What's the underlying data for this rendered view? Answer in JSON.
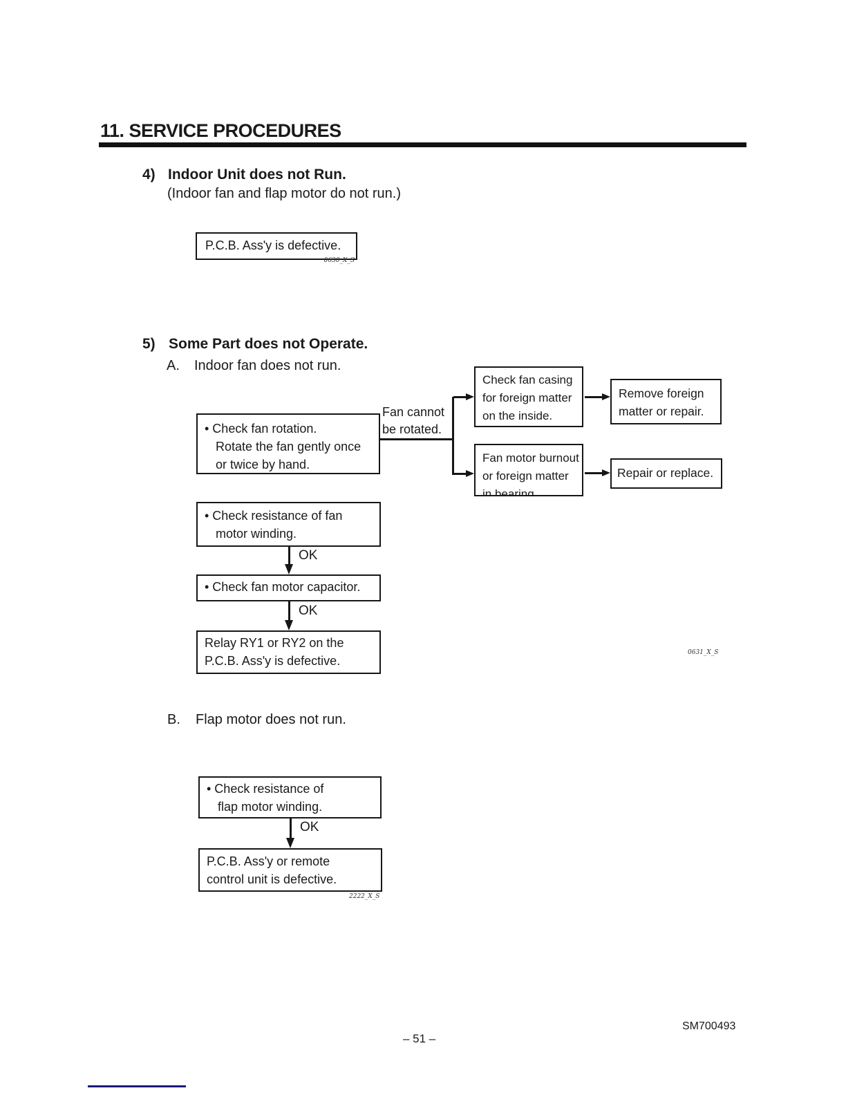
{
  "header": {
    "title": "11. SERVICE PROCEDURES"
  },
  "section4": {
    "number": "4)",
    "title": "Indoor Unit does not Run.",
    "subtitle": "(Indoor fan and flap motor do not run.)",
    "box_pcb_defective": "P.C.B. Ass'y is defective.",
    "figure_label": "0630_X_S"
  },
  "section5": {
    "number": "5)",
    "title": "Some Part does not Operate.",
    "partA": {
      "label": "A.",
      "title": "Indoor fan does not run.",
      "flow": {
        "box_fan_rotation": {
          "lines": [
            "• Check fan rotation.",
            "Rotate the fan gently once",
            "or twice by hand."
          ]
        },
        "branch_label": {
          "lines": [
            "Fan cannot",
            "be rotated."
          ]
        },
        "box_check_casing": {
          "lines": [
            "Check fan casing",
            "for foreign matter",
            "on the inside."
          ]
        },
        "box_remove_foreign": {
          "lines": [
            "Remove foreign",
            "matter or repair."
          ]
        },
        "box_fan_burnout": {
          "lines": [
            "Fan motor burnout",
            "or foreign matter",
            "in bearing"
          ]
        },
        "box_repair_replace": "Repair or replace.",
        "box_resistance_fan": {
          "lines": [
            "• Check resistance of fan",
            "motor winding."
          ]
        },
        "ok1": "OK",
        "box_capacitor": "• Check fan motor capacitor.",
        "ok2": "OK",
        "box_relay": {
          "lines": [
            "Relay RY1 or RY2 on the",
            "P.C.B. Ass'y is defective."
          ]
        },
        "figure_label": "0631_X_S"
      }
    },
    "partB": {
      "label": "B.",
      "title": "Flap motor does not run.",
      "flow": {
        "box_resistance_flap": {
          "lines": [
            "• Check resistance of",
            "flap motor winding."
          ]
        },
        "ok": "OK",
        "box_pcb_remote": {
          "lines": [
            "P.C.B. Ass'y or remote",
            "control unit is defective."
          ]
        },
        "figure_label": "2222_X_S"
      }
    }
  },
  "footer": {
    "doc_number": "SM700493",
    "page_number": "– 51 –"
  }
}
